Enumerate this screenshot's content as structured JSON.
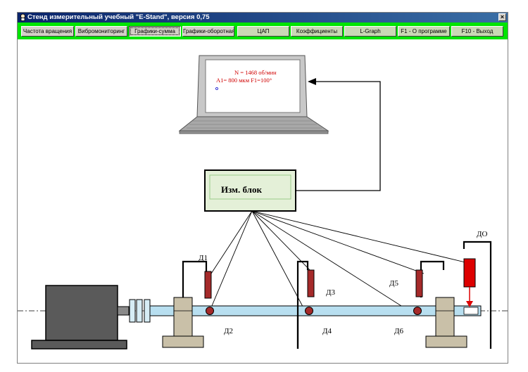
{
  "window": {
    "title": "Стенд измерительный учебный \"E-Stand\", версия 0,75",
    "close_label": "×"
  },
  "toolbar": {
    "buttons": [
      {
        "label": "Частота вращения"
      },
      {
        "label": "Вибромониторинг"
      },
      {
        "label": "Графики-сумма"
      },
      {
        "label": "Графики-оборотная"
      },
      {
        "label": "ЦАП"
      },
      {
        "label": "Коэффициенты"
      },
      {
        "label": "L-Graph"
      },
      {
        "label": "F1 - О программе"
      },
      {
        "label": "F10 - Выход"
      }
    ],
    "active_index": 2
  },
  "diagram": {
    "laptop_screen": {
      "line1": "N = 1468 об/мин",
      "line2": "A1= 800 мкм  F1=100°",
      "text_color": "#d00000"
    },
    "measurement_block_label": "Изм. блок",
    "sensor_labels": {
      "d1": "Д1",
      "d2": "Д2",
      "d3": "Д3",
      "d4": "Д4",
      "d5": "Д5",
      "d6": "Д6",
      "do": "ДО"
    },
    "colors": {
      "sensor": "#a52a2a",
      "do_sensor": "#dd0000",
      "shaft": "#b8dff0",
      "motor": "#5a5a5a",
      "bearing": "#c9c0a8",
      "block_bg": "#e4f0d8"
    }
  }
}
